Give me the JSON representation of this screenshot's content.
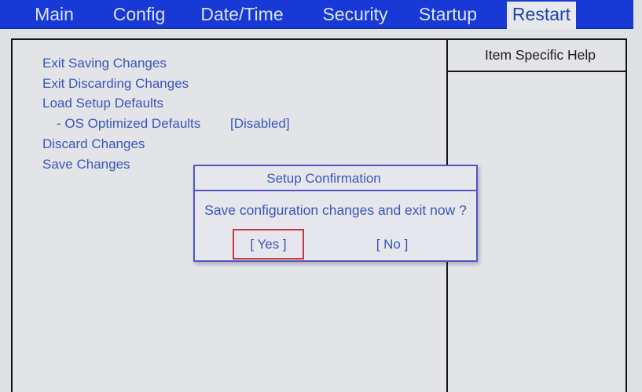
{
  "menu_bar": {
    "tabs": [
      {
        "label": "Main",
        "selected": false
      },
      {
        "label": "Config",
        "selected": false
      },
      {
        "label": "Date/Time",
        "selected": false
      },
      {
        "label": "Security",
        "selected": false
      },
      {
        "label": "Startup",
        "selected": false
      },
      {
        "label": "Restart",
        "selected": true
      }
    ]
  },
  "main_menu": {
    "items": [
      {
        "label": "Exit Saving Changes"
      },
      {
        "label": "Exit Discarding Changes"
      },
      {
        "label": "Load Setup Defaults"
      },
      {
        "label": "- OS Optimized Defaults",
        "value": "[Disabled]"
      },
      {
        "label": "Discard Changes"
      },
      {
        "label": "Save Changes"
      }
    ]
  },
  "help_panel": {
    "title": "Item Specific Help"
  },
  "dialog": {
    "title": "Setup Confirmation",
    "message": "Save configuration changes and exit now ?",
    "yes_label": "[ Yes ]",
    "no_label": "[ No ]"
  },
  "colors": {
    "menu_bar_blue": "#1839d6",
    "selected_tab_bg": "#e7e8ec",
    "menu_text_blue": "#3a56b8",
    "panel_bg": "#e3e4e8",
    "frame_border": "#15151c",
    "dialog_border": "#5156c4",
    "focus_red": "#c23a42"
  }
}
